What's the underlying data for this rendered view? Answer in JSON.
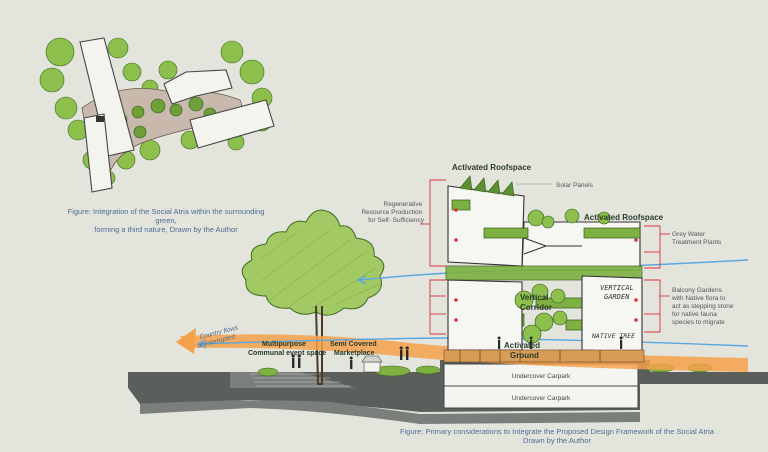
{
  "captions": {
    "plan": [
      "Figure: Integration of the Social Atria within the surrounding green,",
      "forming a third nature, Drawn by the Author"
    ],
    "section": [
      "Figure: Primary considerations to Integrate the Proposed Design Framework of the Social Atria",
      "Drawn by the Author"
    ]
  },
  "labels": {
    "activated_roofspace_top": "Activated Roofspace",
    "solar_panels": "Solar Panels",
    "activated_roofspace_mid": "Activated Roofspace",
    "grey_water": [
      "Grey Water",
      "Treatment Plants"
    ],
    "regenerative": [
      "Regenerative",
      "Resource Production",
      "for Self- Sufficiency"
    ],
    "balcony": [
      "Balcony Gardens",
      "with Native flora to",
      "act as stepping stone",
      "for native fauna",
      "species to migrate"
    ],
    "vertical_corridor": [
      "Vertical",
      "Corridor"
    ],
    "vertical_garden": [
      "VERTICAL",
      "GARDEN"
    ],
    "native_tree": "NATIVE TREE",
    "activated_ground": [
      "Activated",
      "Ground"
    ],
    "country_flows": [
      "Country flows",
      "uninterrupted"
    ],
    "multipurpose": [
      "Multipurpose",
      "Communal event space"
    ],
    "semi_covered": [
      "Semi Covered",
      "Marketplace"
    ],
    "carpark_upper": "Undercover Carpark",
    "carpark_lower": "Undercover Carpark"
  },
  "colors": {
    "background": "#e3e5dd",
    "green_light": "#a9cc63",
    "green_mid": "#78aa3a",
    "green_dark": "#3d6b22",
    "orange_flow": "#f4a14a",
    "blue_flow": "#5aa6e0",
    "red_leader": "#d8323c",
    "ground_dark": "#555a57",
    "caption_blue": "#4d6c93",
    "label_dark": "#2a3a2a",
    "label_grey": "#555555"
  }
}
